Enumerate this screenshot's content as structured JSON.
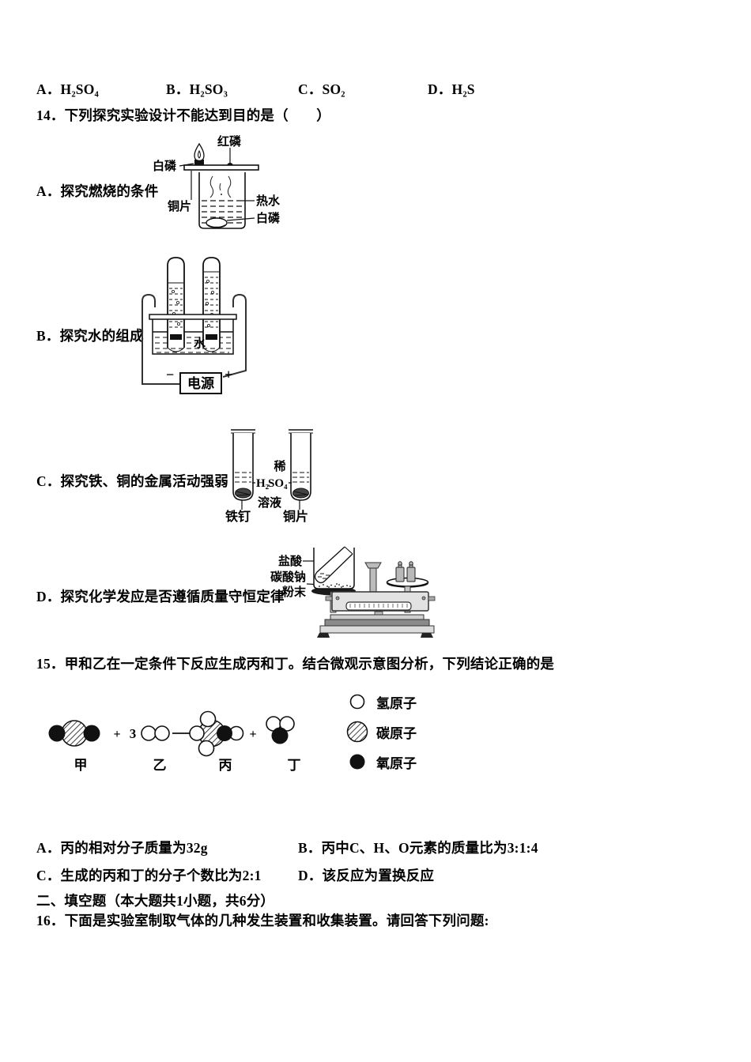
{
  "q13_options": [
    "A．H₂SO₄",
    "B．H₂SO₃",
    "C．SO₂",
    "D．H₂S"
  ],
  "q14": {
    "stem": "14．下列探究实验设计不能达到目的是（　　）",
    "exp_a": {
      "caption": "A．探究燃烧的条件",
      "red_phosphorus": "红磷",
      "white_phosphorus_top": "白磷",
      "copper_sheet": "铜片",
      "hot_water": "热水",
      "white_phosphorus_bottom": "白磷"
    },
    "exp_b": {
      "caption": "B．探究水的组成",
      "water": "水",
      "power_supply": "电源",
      "minus": "−",
      "plus": "+"
    },
    "exp_c": {
      "caption": "C．探究铁、铜的金属活动强弱",
      "dilute": "稀",
      "acid_h2": "H₂",
      "acid_so4": "SO₄",
      "solution": "溶液",
      "iron_nail": "铁钉",
      "copper_strip": "铜片"
    },
    "exp_d": {
      "caption": "D．探究化学发应是否遵循质量守恒定律",
      "hydrochloric_acid": "盐酸",
      "sodium_carbonate": "碳酸钠",
      "powder": "粉末"
    }
  },
  "q15": {
    "stem": "15．甲和乙在一定条件下反应生成丙和丁。结合微观示意图分析，下列结论正确的是",
    "equation": {
      "plus1": "+",
      "coefficient": "3",
      "arrow": "→",
      "plus2": "+",
      "label_jia": "甲",
      "label_yi": "乙",
      "label_bing": "丙",
      "label_ding": "丁"
    },
    "legend": {
      "hydrogen": "氢原子",
      "carbon": "碳原子",
      "oxygen": "氧原子"
    },
    "options": [
      "A．丙的相对分子质量为32g",
      "B．丙中C、H、O元素的质量比为3:1:4",
      "C．生成的丙和丁的分子个数比为2:1",
      "D．该反应为置换反应"
    ]
  },
  "section2_title": "二、填空题（本大题共1小题，共6分）",
  "q16_stem": "16．下面是实验室制取气体的几种发生装置和收集装置。请回答下列问题:",
  "colors": {
    "acid_formula_blue": "#4a7dc0"
  }
}
